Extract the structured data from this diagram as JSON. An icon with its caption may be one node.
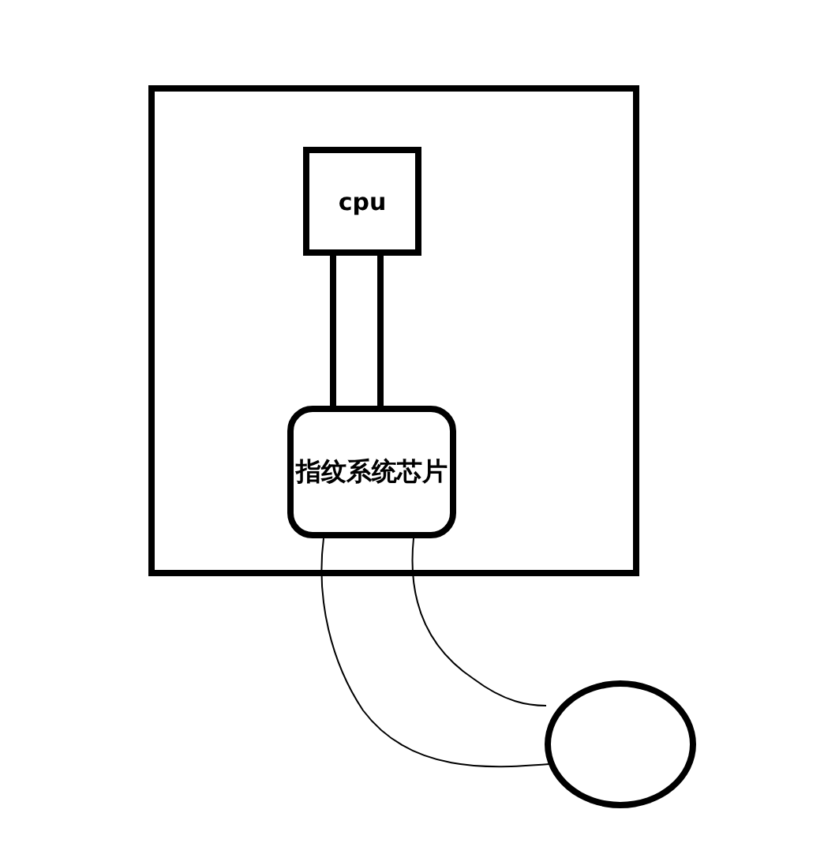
{
  "diagram": {
    "nodes": [
      {
        "text": [],
        "shape": "box"
      },
      {
        "text": [
          "cpu"
        ],
        "in": 0
      },
      {
        "text": [
          "指纹系统芯片"
        ],
        "in": 0
      },
      {
        "text": [],
        "shape": "circle"
      }
    ],
    "edges": [
      {
        "from": 1,
        "to": 2,
        "arrow": "none",
        "style": "thick"
      },
      {
        "from": 2,
        "to": 3,
        "arrow": "none"
      }
    ]
  }
}
